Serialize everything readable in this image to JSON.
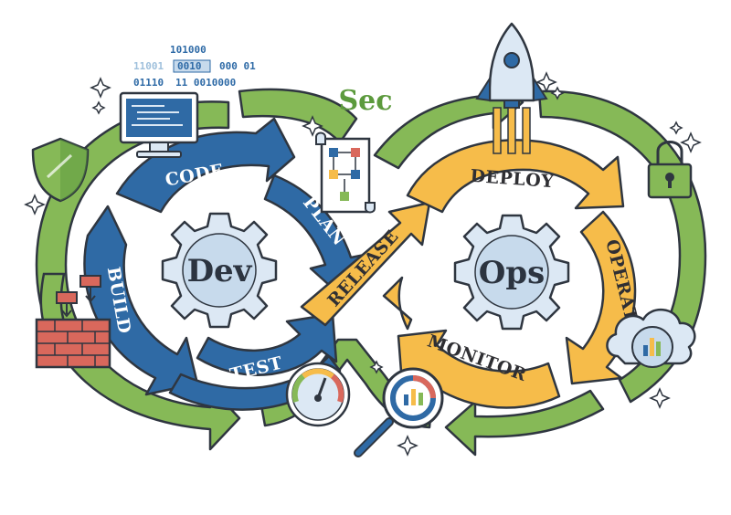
{
  "sec": {
    "label": "Sec"
  },
  "dev": {
    "hub": "Dev",
    "stages": {
      "code": "CODE",
      "plan": "PLAN",
      "build": "BUILD",
      "test": "TEST"
    }
  },
  "release": {
    "label": "RELEASE"
  },
  "ops": {
    "hub": "Ops",
    "stages": {
      "deploy": "DEPLOY",
      "operate": "OPERATE",
      "monitor": "MONITOR"
    }
  },
  "binary": {
    "line1": "101000",
    "line2a": "11001",
    "line2b": "0010",
    "line2c": "000 01",
    "line3a": "01110",
    "line3b": "11 0010000"
  },
  "colors": {
    "dev_blue": "#2f6aa5",
    "ops_yellow": "#f6bc4a",
    "sec_green": "#86b957",
    "sec_green_dark": "#5c9a3d",
    "gear": "#dce8f4",
    "outline": "#2f3640"
  },
  "icons": [
    "binary-code-icon",
    "computer-monitor-icon",
    "shield-icon",
    "brick-wall-icon",
    "flowchart-document-icon",
    "rocket-icon",
    "padlock-icon",
    "cloud-gear-icon",
    "gauge-icon",
    "magnifier-chart-icon",
    "gear-icon",
    "sparkle-icon"
  ]
}
